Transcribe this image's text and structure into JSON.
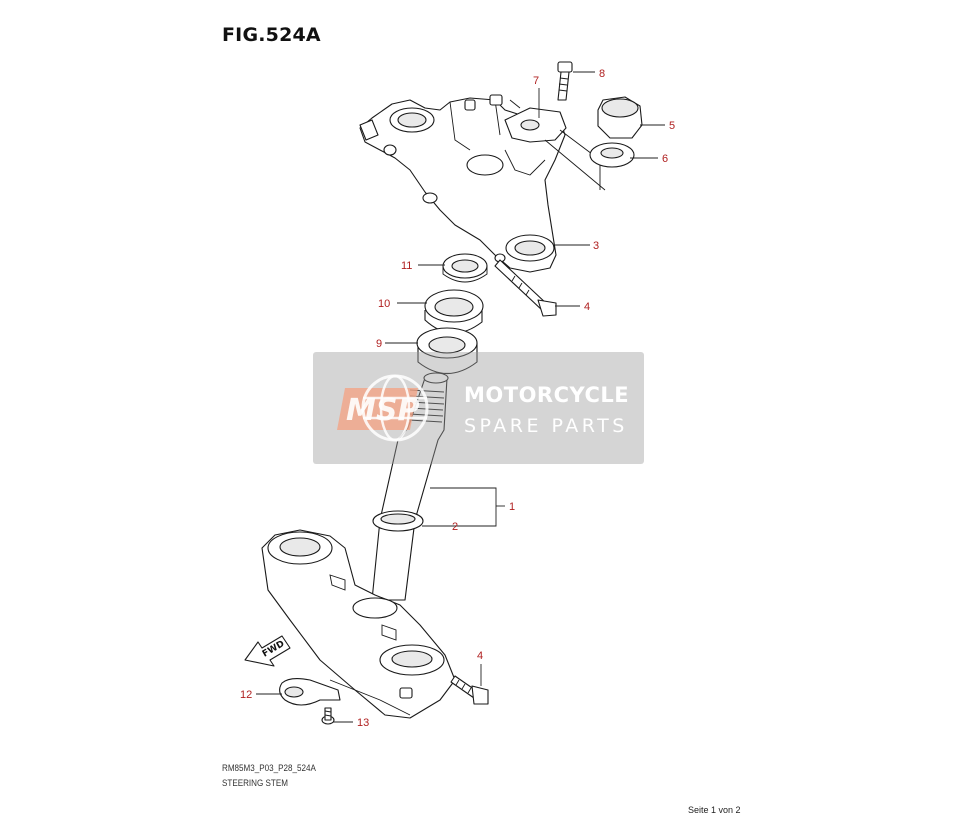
{
  "figure": {
    "title": "FIG.524A",
    "code": "RM85M3_P03_P28_524A",
    "name": "STEERING STEM",
    "page": "Seite 1 von 2"
  },
  "watermark": {
    "logo_text": "MSP",
    "line1": "MOTORCYCLE",
    "line2": "SPARE PARTS"
  },
  "fwd_label": "FWD",
  "callouts": [
    "1",
    "2",
    "3",
    "4",
    "4",
    "5",
    "6",
    "7",
    "8",
    "9",
    "10",
    "11",
    "12",
    "13"
  ],
  "colors": {
    "callout": "#b02020",
    "watermark_box": "#9a9a9a",
    "watermark_accent": "#f4a080"
  }
}
